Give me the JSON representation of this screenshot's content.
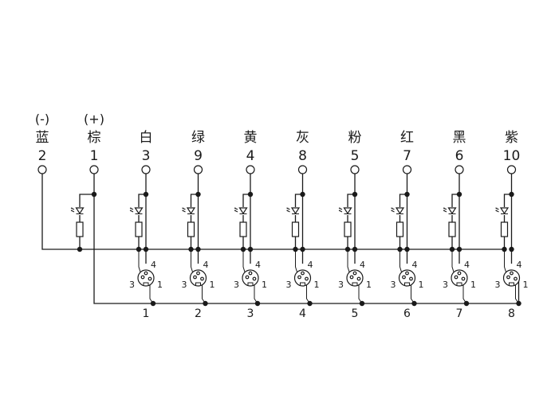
{
  "power": [
    {
      "polarity": "(-)",
      "color": "蓝",
      "number": "2"
    },
    {
      "polarity": "(+)",
      "color": "棕",
      "number": "1"
    }
  ],
  "channels": [
    {
      "color": "白",
      "number": "3",
      "port": "1"
    },
    {
      "color": "绿",
      "number": "9",
      "port": "2"
    },
    {
      "color": "黄",
      "number": "4",
      "port": "3"
    },
    {
      "color": "灰",
      "number": "8",
      "port": "4"
    },
    {
      "color": "粉",
      "number": "5",
      "port": "5"
    },
    {
      "color": "红",
      "number": "7",
      "port": "6"
    },
    {
      "color": "黑",
      "number": "6",
      "port": "7"
    },
    {
      "color": "紫",
      "number": "10",
      "port": "8"
    }
  ],
  "pin_labels": {
    "top": "4",
    "left": "3",
    "right": "1"
  }
}
